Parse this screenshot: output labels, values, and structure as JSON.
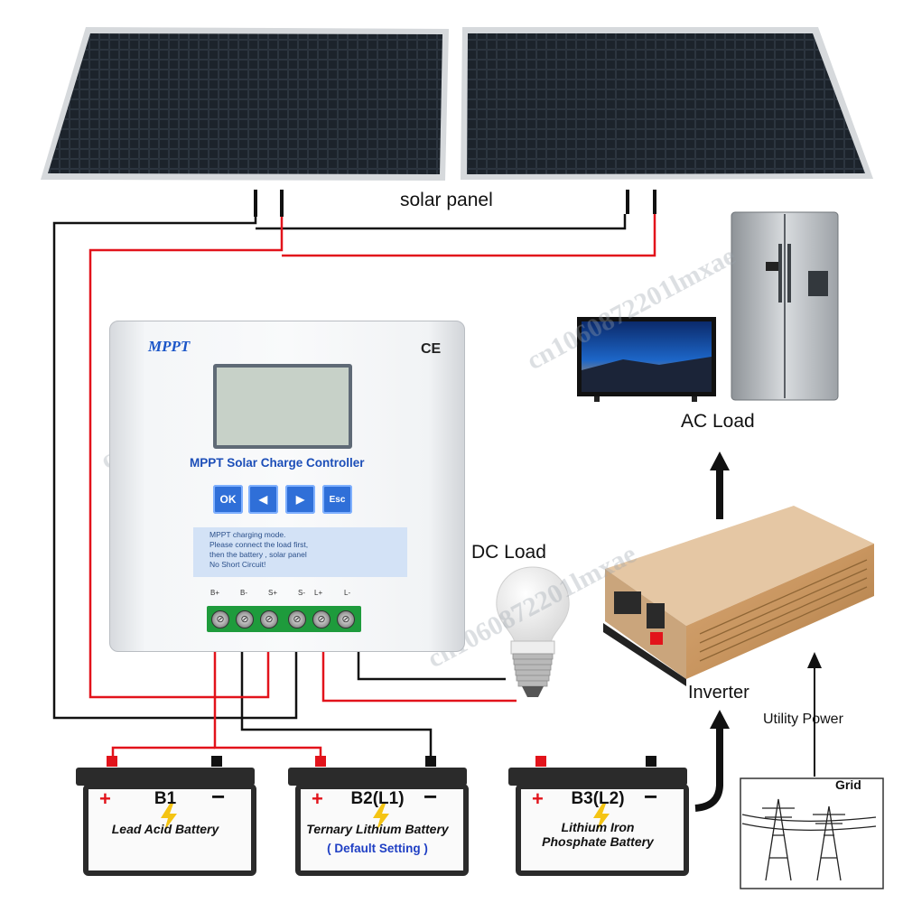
{
  "labels": {
    "solar_panel": "solar panel",
    "ac_load": "AC Load",
    "dc_load": "DC Load",
    "inverter": "Inverter",
    "utility_power": "Utility Power",
    "grid": "Grid"
  },
  "controller": {
    "logo": "MPPT",
    "ce_mark": "CE",
    "title": "MPPT Solar Charge Controller",
    "buttons": {
      "ok": "OK",
      "left": "◀",
      "right": "▶",
      "esc": "Esc"
    },
    "notice": [
      "MPPT charging mode.",
      "Please connect the load first,",
      "then the battery , solar panel",
      "No Short Circuit!"
    ],
    "terminals": [
      "B+",
      "B-",
      "S+",
      "S-",
      "L+",
      "L-"
    ]
  },
  "batteries": [
    {
      "name": "B1",
      "type": "Lead Acid Battery",
      "note": ""
    },
    {
      "name": "B2(L1)",
      "type": "Ternary Lithium Battery",
      "note": "( Default Setting )"
    },
    {
      "name": "B3(L2)",
      "type": "Lithium Iron Phosphate Battery",
      "note": ""
    }
  ],
  "watermark": "cn1060872201lmxae",
  "colors": {
    "positive_wire": "#e2131b",
    "negative_wire": "#111111",
    "controller_accent": "#2f6fd8",
    "terminal_block": "#1e9b3c"
  }
}
